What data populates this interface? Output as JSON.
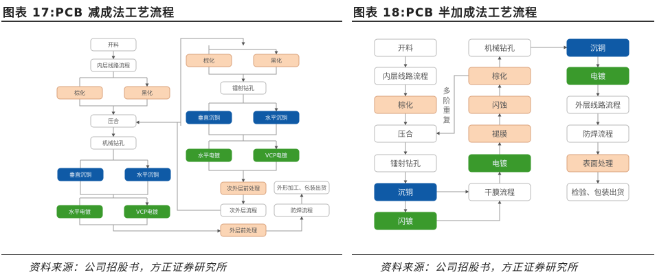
{
  "colors": {
    "white_fill": "#ffffff",
    "white_stroke": "#b8b8b8",
    "peach_fill": "#fbd5b5",
    "peach_stroke": "#d9a27c",
    "blue_fill": "#0f5aa6",
    "green_fill": "#3a9a2c",
    "line": "#9a9a9a",
    "text_dark": "#555555",
    "text_light": "#e8f0f8"
  },
  "figure17": {
    "title": "图表 17:PCB 减成法工艺流程",
    "source": "资料来源：公司招股书，方正证券研究所",
    "nodes": {
      "kailiao": "开料",
      "neiceng": "内层线路流程",
      "zonghua_l": "棕化",
      "heihua_l": "黑化",
      "yahe": "压合",
      "jixie": "机械钻孔",
      "chuizhi_l": "垂直沉铜",
      "shuiping_cu_l": "水平沉铜",
      "shuiping_dian_l": "水平电镀",
      "vcp_l": "VCP电镀",
      "zonghua_r": "棕化",
      "heihua_r": "黑化",
      "leishe": "镭射钻孔",
      "chuizhi_r": "垂直沉铜",
      "shuiping_cu_r": "水平沉铜",
      "shuiping_dian_r": "水平电镀",
      "vcp_r": "VCP电镀",
      "ciwai_pre": "次外层前处理",
      "ciwai": "次外层流程",
      "waiceng_pre": "外层前处理",
      "fanghan": "防焊流程",
      "waixing": "外形加工、包装出货"
    }
  },
  "figure18": {
    "title": "图表 18:PCB 半加成法工艺流程",
    "source": "资料来源：公司招股书，方正证券研究所",
    "repeat_label": [
      "多",
      "阶",
      "重",
      "复"
    ],
    "nodes": {
      "kailiao": "开料",
      "neiceng": "内层线路流程",
      "zonghua": "棕化",
      "yahe": "压合",
      "leishe": "镭射钻孔",
      "chentong": "沉铜",
      "shandu": "闪镀",
      "ganmo": "干膜流程",
      "diandu_mid": "电镀",
      "tuimo": "褪膜",
      "shanshi": "闪蚀",
      "zonghua_mid": "棕化",
      "jixie": "机械钻孔",
      "chentong_r": "沉铜",
      "diandu_r": "电镀",
      "waiceng": "外层线路流程",
      "fanghan": "防焊流程",
      "biaomian": "表面处理",
      "jianyan": "检验、包装出货"
    }
  }
}
